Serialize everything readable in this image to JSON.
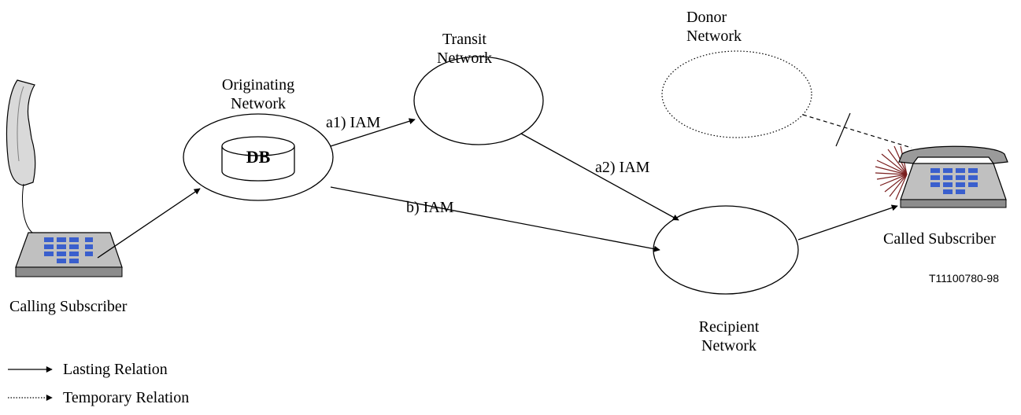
{
  "nodes": {
    "originating": {
      "line1": "Originating",
      "line2": "Network",
      "db_label": "DB"
    },
    "transit": {
      "line1": "Transit",
      "line2": "Network"
    },
    "donor": {
      "line1": "Donor",
      "line2": "Network"
    },
    "recipient": {
      "line1": "Recipient",
      "line2": "Network"
    }
  },
  "edges": {
    "a1": "a1) IAM",
    "a2": "a2) IAM",
    "b": "b) IAM"
  },
  "subscribers": {
    "calling": "Calling Subscriber",
    "called": "Called Subscriber"
  },
  "figure_id": "T11100780-98",
  "legend": {
    "lasting": "Lasting Relation",
    "temporary": "Temporary Relation"
  },
  "colors": {
    "line": "#000000",
    "phone_body": "#c0c0c0",
    "keypad": "#3a5fcd",
    "ring_burst": "#7a1f1f"
  }
}
